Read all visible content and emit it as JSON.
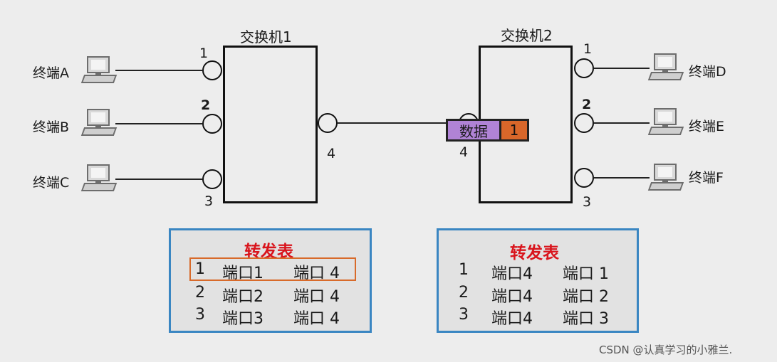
{
  "switches": [
    {
      "title": "交换机1",
      "ports": [
        "1",
        "2",
        "4",
        "3"
      ]
    },
    {
      "title": "交换机2",
      "ports": [
        "1",
        "2",
        "4",
        "3"
      ]
    }
  ],
  "terminals": [
    "终端A",
    "终端B",
    "终端C",
    "终端D",
    "终端E",
    "终端F"
  ],
  "frame": {
    "payload": "数据",
    "tag": "1"
  },
  "tables": [
    {
      "title": "转发表",
      "rows": [
        [
          "1",
          "端口1",
          "端口 4"
        ],
        [
          "2",
          "端口2",
          "端口 4"
        ],
        [
          "3",
          "端口3",
          "端口 4"
        ]
      ]
    },
    {
      "title": "转发表",
      "rows": [
        [
          "1",
          "端口4",
          "端口 1"
        ],
        [
          "2",
          "端口4",
          "端口 2"
        ],
        [
          "3",
          "端口4",
          "端口 3"
        ]
      ]
    }
  ],
  "watermark": "CSDN @认真学习的小雅兰.",
  "colors": {
    "table_border": "#3a86c2",
    "title_red": "#d9141c",
    "highlight": "#d86a2a",
    "payload": "#b083d6",
    "tag": "#d9672a"
  }
}
